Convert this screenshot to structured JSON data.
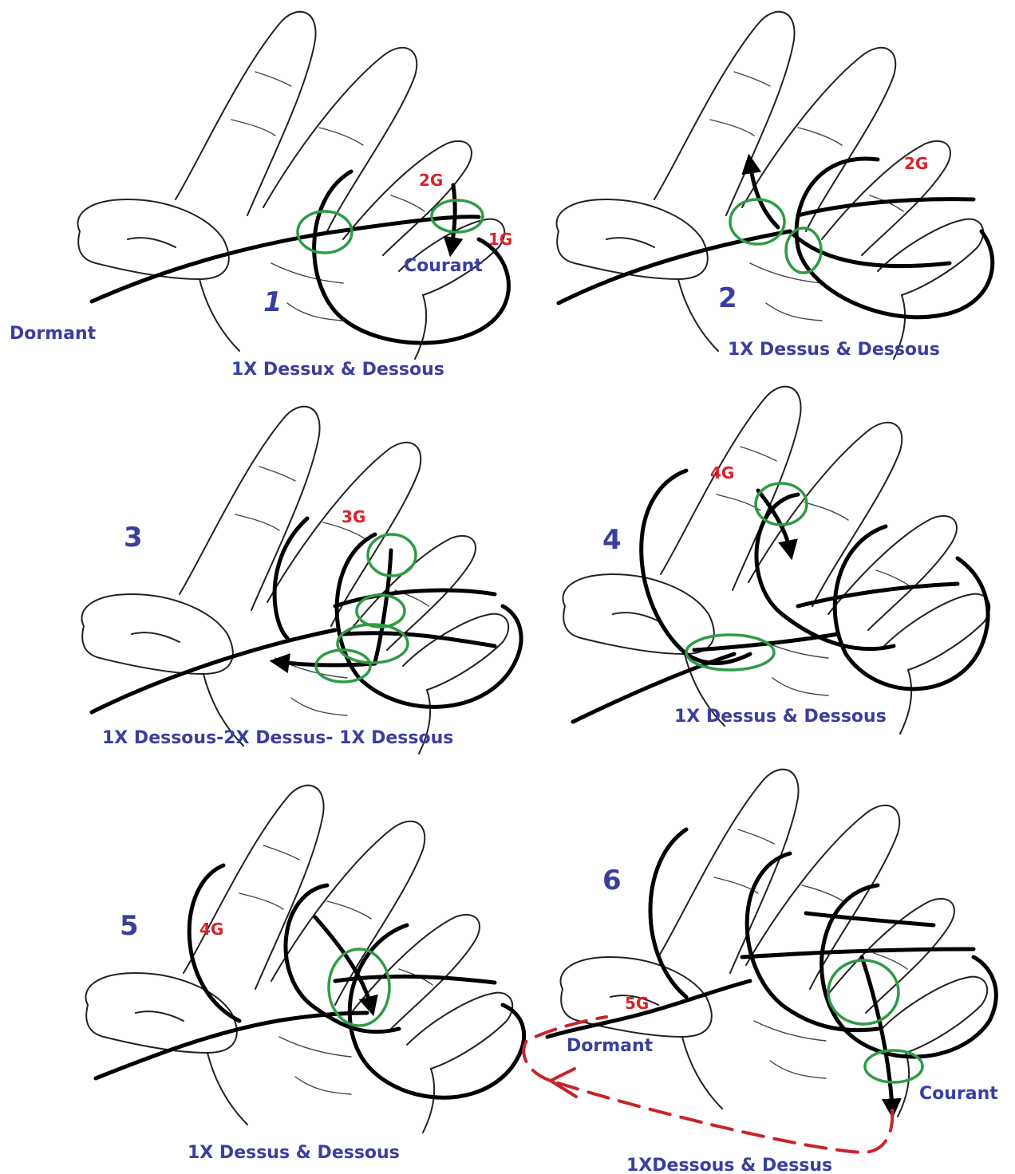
{
  "panels": [
    {
      "number": "1",
      "caption": "1X Dessux & Dessous",
      "labels": {
        "dormant": "Dormant",
        "courant": "Courant",
        "turns": [
          "2G",
          "1G"
        ]
      }
    },
    {
      "number": "2",
      "caption": "1X Dessus & Dessous",
      "labels": {
        "turns": [
          "2G"
        ]
      }
    },
    {
      "number": "3",
      "caption": "1X Dessous-2X Dessus- 1X Dessous",
      "labels": {
        "turns": [
          "3G"
        ]
      }
    },
    {
      "number": "4",
      "caption": "1X Dessus & Dessous",
      "labels": {
        "turns": [
          "4G"
        ]
      }
    },
    {
      "number": "5",
      "caption": "1X Dessus & Dessous",
      "labels": {
        "turns": [
          "4G"
        ]
      }
    },
    {
      "number": "6",
      "caption": "1XDessous & Dessus",
      "labels": {
        "dormant": "Dormant",
        "courant": "Courant",
        "turns": [
          "5G"
        ]
      }
    }
  ],
  "colors": {
    "labels": "#3a3f9e",
    "turns": "#d9232a",
    "rings": "#2e9b45",
    "rope": "#000000",
    "transfer_line": "#c8232a"
  }
}
